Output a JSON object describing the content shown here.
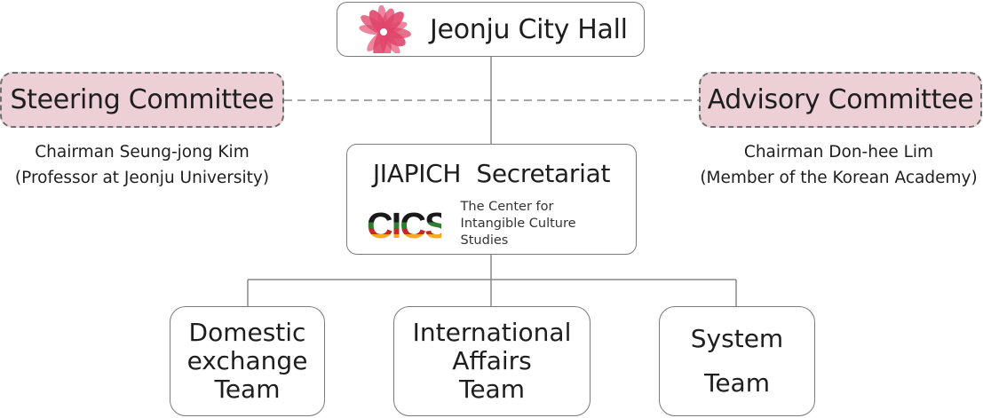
{
  "city_hall": {
    "label": "Jeonju City Hall",
    "logo": "jeonju-flower-logo",
    "logo_color": "#e0456a"
  },
  "steering": {
    "title": "Steering Committee",
    "caption": [
      "Chairman Seung-jong Kim",
      "(Professor at Jeonju University)"
    ]
  },
  "advisory": {
    "title": "Advisory Committee",
    "caption": [
      "Chairman Don-hee Lim",
      "(Member of the Korean Academy)"
    ]
  },
  "secretariat": {
    "title": "JIAPICH  Secretariat",
    "logo_text": "CICS",
    "org_name": [
      "The Center for",
      "Intangible Culture Studies"
    ]
  },
  "teams": [
    {
      "lines": [
        "Domestic",
        "exchange",
        "Team"
      ]
    },
    {
      "lines": [
        "International",
        "Affairs",
        "Team"
      ]
    },
    {
      "lines": [
        "System",
        "Team"
      ]
    }
  ],
  "colors": {
    "committee_fill": "#ecd0d6",
    "border": "#7a7a7a"
  }
}
